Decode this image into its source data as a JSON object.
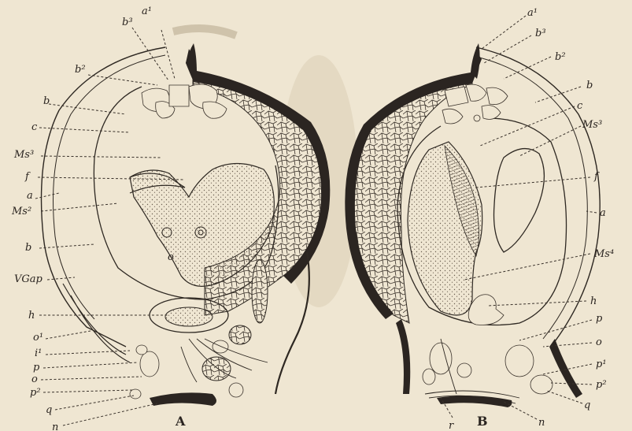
{
  "figures": [
    {
      "caption": "A",
      "labels_left": [
        {
          "key": "b3",
          "text": "b³"
        },
        {
          "key": "a1",
          "text": "a¹"
        },
        {
          "key": "b2",
          "text": "b²"
        },
        {
          "key": "b_top",
          "text": "b"
        },
        {
          "key": "c",
          "text": "c"
        },
        {
          "key": "Ms3",
          "text": "Ms³"
        },
        {
          "key": "f",
          "text": "f"
        },
        {
          "key": "a",
          "text": "a"
        },
        {
          "key": "Ms2",
          "text": "Ms²"
        },
        {
          "key": "b_low",
          "text": "b"
        },
        {
          "key": "VGap",
          "text": "VGap"
        },
        {
          "key": "h",
          "text": "h"
        },
        {
          "key": "o1",
          "text": "o¹"
        },
        {
          "key": "i1",
          "text": "i¹"
        },
        {
          "key": "p",
          "text": "p"
        },
        {
          "key": "o",
          "text": "o"
        },
        {
          "key": "p2",
          "text": "p²"
        },
        {
          "key": "q",
          "text": "q"
        },
        {
          "key": "n",
          "text": "n"
        }
      ],
      "inner_labels": [
        {
          "key": "o_inner",
          "text": "o"
        }
      ]
    },
    {
      "caption": "B",
      "labels_right": [
        {
          "key": "a1",
          "text": "a¹"
        },
        {
          "key": "b3",
          "text": "b³"
        },
        {
          "key": "b2",
          "text": "b²"
        },
        {
          "key": "b",
          "text": "b"
        },
        {
          "key": "c",
          "text": "c"
        },
        {
          "key": "Ms3",
          "text": "Ms³"
        },
        {
          "key": "f",
          "text": "f"
        },
        {
          "key": "a",
          "text": "a"
        },
        {
          "key": "Ms4",
          "text": "Ms⁴"
        },
        {
          "key": "h",
          "text": "h"
        },
        {
          "key": "p",
          "text": "p"
        },
        {
          "key": "o",
          "text": "o"
        },
        {
          "key": "p1",
          "text": "p¹"
        },
        {
          "key": "p2",
          "text": "p²"
        },
        {
          "key": "q",
          "text": "q"
        },
        {
          "key": "n",
          "text": "n"
        },
        {
          "key": "r",
          "text": "r"
        }
      ]
    }
  ],
  "colors": {
    "paper": "#efe6d2",
    "ink": "#2e2822",
    "dark_band": "#2b2521",
    "stipple": "#6a5e50"
  }
}
